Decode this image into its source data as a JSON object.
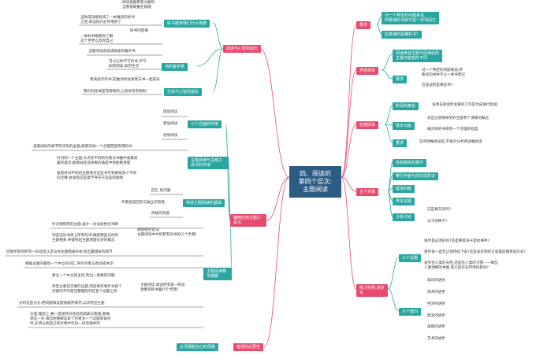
{
  "center": [
    "四、阅读的",
    "第四个层次:",
    "主题阅读"
  ],
  "left": {
    "b1": {
      "label": "阅读与心智的成长",
      "c1": {
        "label": "好书越读我们什么用德",
        "leaves": [
          "阅读能越来有力解的",
          "当我者助推在就理",
          "当你成功能阅读了一本难读的好书",
          "之后,阅读技巧必然增进了",
          "好书的回德",
          "一本好书能教你了解",
          "这个世界以及你自己"
        ]
      },
      "c2": {
        "label": "书的金字塔",
        "leaves": [
          "当能阅读阅读成接收你着的书",
          "可以让你学习的书,学习",
          "如何阅读,如何生活"
        ]
      },
      "c3": {
        "label": "生命与心智的成长",
        "leaves": [
          "更高层次的书,在推动时会发现与书一起成长",
          "我们的身体是有限制的,心智却没有限制"
        ]
      }
    },
    "b2": {
      "label": "辅用应用主题工具书",
      "c1": {
        "label": "三个方面的作用",
        "leaves": [
          "启动阅读",
          "建设阅读",
          "指导阅读"
        ]
      },
      "c2": {
        "label": "主题阅读与主题工具书的作用",
        "leaves": [
          "该者阅读的章节所涉及的主题,能够的他一个合理范围有用的书",
          "针对同一个主题,从许多不同的作者与书籍中收集到",
          "兼的意见,能够站在这样看的角度中更能看清楚",
          "该者并对不同的主题要对这些书写有那样多少不同",
          "的诠释,会发现这些章节存在于这些的题目"
        ]
      },
      "c3": {
        "label": "构造主题阅读的基础",
        "leaves": [
          "回汇 的问题",
          "作者各自回答与独立的答性",
          "风格的问题"
        ]
      },
      "c4": {
        "label": "主题阅读精华摘要",
        "leaves": [
          "规划研究说法:",
          "主题阅读中中的若有的书的(2个步骤)",
          "针对要研究的主题,设计一份试验性的书目",
          "浏览这份书目上所有的书,确定哪些与你的",
          "主题相关,并建构出主题清楚论述的概念",
          "回到所有的所有一阶段检认定与你主题相关的书,找出最相关的章节",
          "根据主题的最恰一个中立的词汇,带引作者与你达成共识",
          "建立一个中立的主旨,列出一连串的问题",
          "界定主要及次要的议题,然后将作者针对各个",
          "问题的不同意见整理陈列在各个议题之旁",
          "分析这些讨论,把问题和议题按顺序排列,以求突显主题",
          "注意:理想上,要一直保持对话式的疏离与客观,要做",
          "到这一点,每当你要解读某个作者对一个议题的观点",
          "时,必须从他自己的文章中引出一段话来并列",
          "主题阅读:阅读所有第一阶段",
          "收集到的书籍(5个步骤)"
        ]
      }
    },
    "b3": {
      "label": "客观的必要性",
      "c1": {
        "label": "必须摆脱自己的思路"
      }
    }
  },
  "right": {
    "r1": {
      "label": "要求",
      "leaves": [
        "对一个特定的问题来说,",
        "所要读的书就不是一本书而已",
        "应该读的是哪些书?"
      ]
    },
    "r2": {
      "label": "矛盾现象",
      "leaves": [
        "阅读者就主题与阅读后的",
        "主题可能有所不同",
        "要求",
        "对一个特定的问题来说,所",
        "要读的书并不止一本书而已",
        "应该读的是哪些书?"
      ]
    },
    "r3": {
      "label": "检视阅读",
      "leaves": [
        "阶段的角色",
        "该者在阅读时主要的工作是为成进行检视",
        "对自己想要研究的主题有个清晰的概念",
        "基本功能",
        "做对你的书目有一个合理的程度",
        "要求",
        "在评你做阅读前,不要对分析阅读做阅读"
      ]
    },
    "r4": {
      "label": "五个步骤",
      "leaves": [
        "找到相关的章节",
        "带引作者与你达成共识",
        "厘清问题",
        "界定议题",
        "分析讨论",
        "这是真实的吗?",
        "与今何种干?"
      ]
    },
    "r5": {
      "label": "练习实例:进步论",
      "c1": {
        "label": "三个议题",
        "leaves": [
          "进步是必须的吗?还是要取决于其他事件?",
          "进步会一直无止境持续下去?还是会走到停止或再后期衰退方式?",
          "进步在人类的天性,还是在人类的习惯——来自",
          "人类动物的本能,或只是外在环境的影响?"
        ]
      },
      "c2": {
        "label": "六个面向",
        "leaves": [
          "知识的进步",
          "技术的进步",
          "经济的进步",
          "政治的进步",
          "道德的进步",
          "艺术的进步"
        ]
      }
    }
  }
}
